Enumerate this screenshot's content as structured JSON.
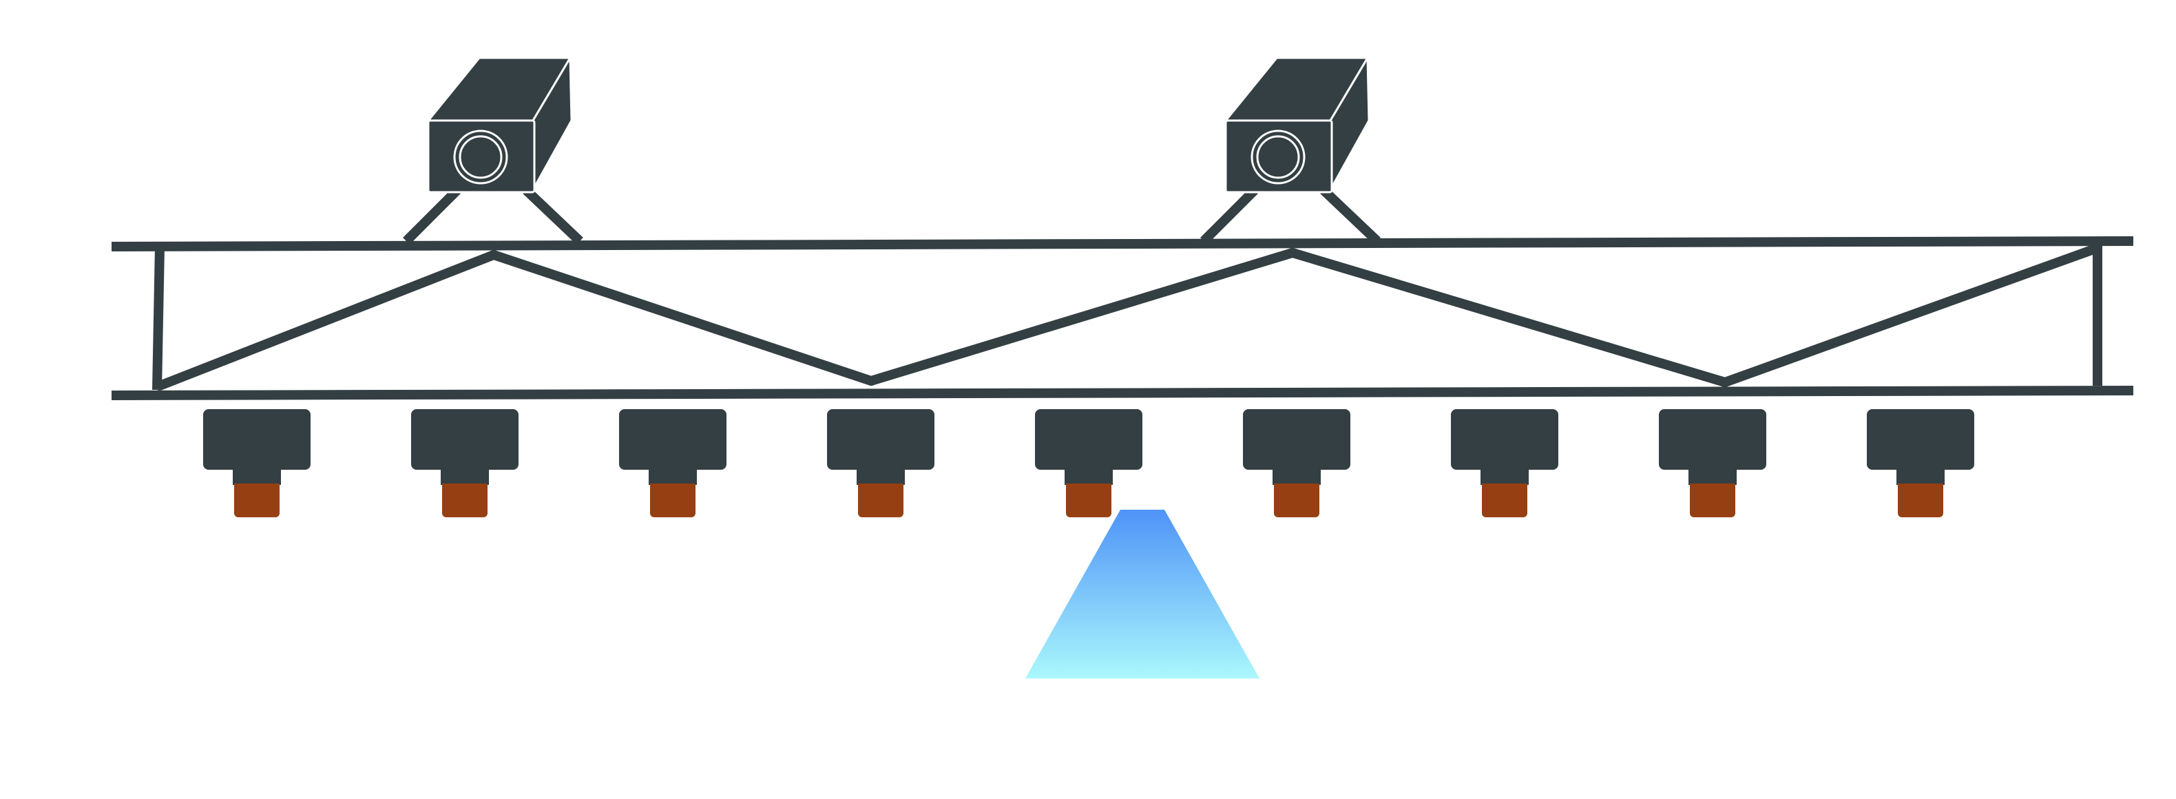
{
  "colors": {
    "background": "#ffffff",
    "frame": "#343f43",
    "outline": "#ffffff",
    "nozzle_body": "#343f43",
    "nozzle_tip": "#963f12",
    "spray_top": "#4f93f8",
    "spray_bottom": "#aaf8fc"
  },
  "icons": {
    "camera": "camera-icon",
    "nozzle": "spray-nozzle-icon"
  },
  "boom": {
    "camera_count": 2,
    "nozzle_count": 9,
    "active_nozzle_index": 4
  }
}
